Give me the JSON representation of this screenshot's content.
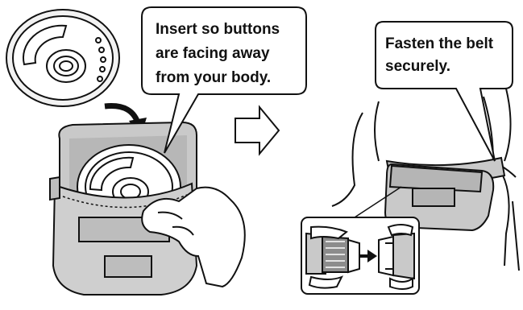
{
  "step1": {
    "callout_lines": [
      "Insert so buttons",
      "are facing away",
      "from your body."
    ]
  },
  "step2": {
    "callout_lines": [
      "Fasten the belt",
      "securely."
    ]
  },
  "icons": {
    "disc_player": "cd-player-icon",
    "insert_arrow": "curved-arrow-icon",
    "next_step": "hollow-right-arrow-icon",
    "buckle_direction": "small-right-arrow-icon"
  },
  "colors": {
    "bag_fill": "#cfcfcf",
    "bag_dark": "#a9a9a9",
    "line": "#111111",
    "background": "#ffffff"
  }
}
